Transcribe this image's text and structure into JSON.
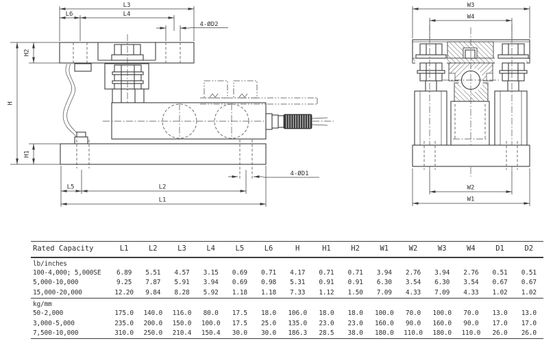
{
  "page": {
    "background": "#ffffff",
    "ink": "#3b3b3b"
  },
  "drawing": {
    "side": {
      "l3": "L3",
      "l6": "L6",
      "l4": "L4",
      "d2_callout": "4-ØD2",
      "h2": "H2",
      "h": "H",
      "h1": "H1",
      "l5": "L5",
      "l2": "L2",
      "l1": "L1",
      "d1_callout": "4-ØD1"
    },
    "end": {
      "w3": "W3",
      "w4": "W4",
      "w2": "W2",
      "w1": "W1"
    }
  },
  "table": {
    "col_headers": [
      "Rated Capacity",
      "L1",
      "L2",
      "L3",
      "L4",
      "L5",
      "L6",
      "H",
      "H1",
      "H2",
      "W1",
      "W2",
      "W3",
      "W4",
      "D1",
      "D2"
    ],
    "groups": [
      {
        "label": "lb/inches",
        "rows": [
          {
            "capacity": "100-4,000; 5,000SE",
            "values": [
              "6.89",
              "5.51",
              "4.57",
              "3.15",
              "0.69",
              "0.71",
              "4.17",
              "0.71",
              "0.71",
              "3.94",
              "2.76",
              "3.94",
              "2.76",
              "0.51",
              "0.51"
            ]
          },
          {
            "capacity": "5,000-10,000",
            "values": [
              "9.25",
              "7.87",
              "5.91",
              "3.94",
              "0.69",
              "0.98",
              "5.31",
              "0.91",
              "0.91",
              "6.30",
              "3.54",
              "6.30",
              "3.54",
              "0.67",
              "0.67"
            ]
          },
          {
            "capacity": "15,000-20,000",
            "values": [
              "12.20",
              "9.84",
              "8.28",
              "5.92",
              "1.18",
              "1.18",
              "7.33",
              "1.12",
              "1.50",
              "7.09",
              "4.33",
              "7.09",
              "4.33",
              "1.02",
              "1.02"
            ]
          }
        ]
      },
      {
        "label": "kg/mm",
        "rows": [
          {
            "capacity": "50-2,000",
            "values": [
              "175.0",
              "140.0",
              "116.0",
              "80.0",
              "17.5",
              "18.0",
              "106.0",
              "18.0",
              "18.0",
              "100.0",
              "70.0",
              "100.0",
              "70.0",
              "13.0",
              "13.0"
            ]
          },
          {
            "capacity": "3,000-5,000",
            "values": [
              "235.0",
              "200.0",
              "150.0",
              "100.0",
              "17.5",
              "25.0",
              "135.0",
              "23.0",
              "23.0",
              "160.0",
              "90.0",
              "160.0",
              "90.0",
              "17.0",
              "17.0"
            ]
          },
          {
            "capacity": "7,500-10,000",
            "values": [
              "310.0",
              "250.0",
              "210.4",
              "150.4",
              "30.0",
              "30.0",
              "186.3",
              "28.5",
              "38.0",
              "180.0",
              "110.0",
              "180.0",
              "110.0",
              "26.0",
              "26.0"
            ]
          }
        ]
      }
    ]
  }
}
